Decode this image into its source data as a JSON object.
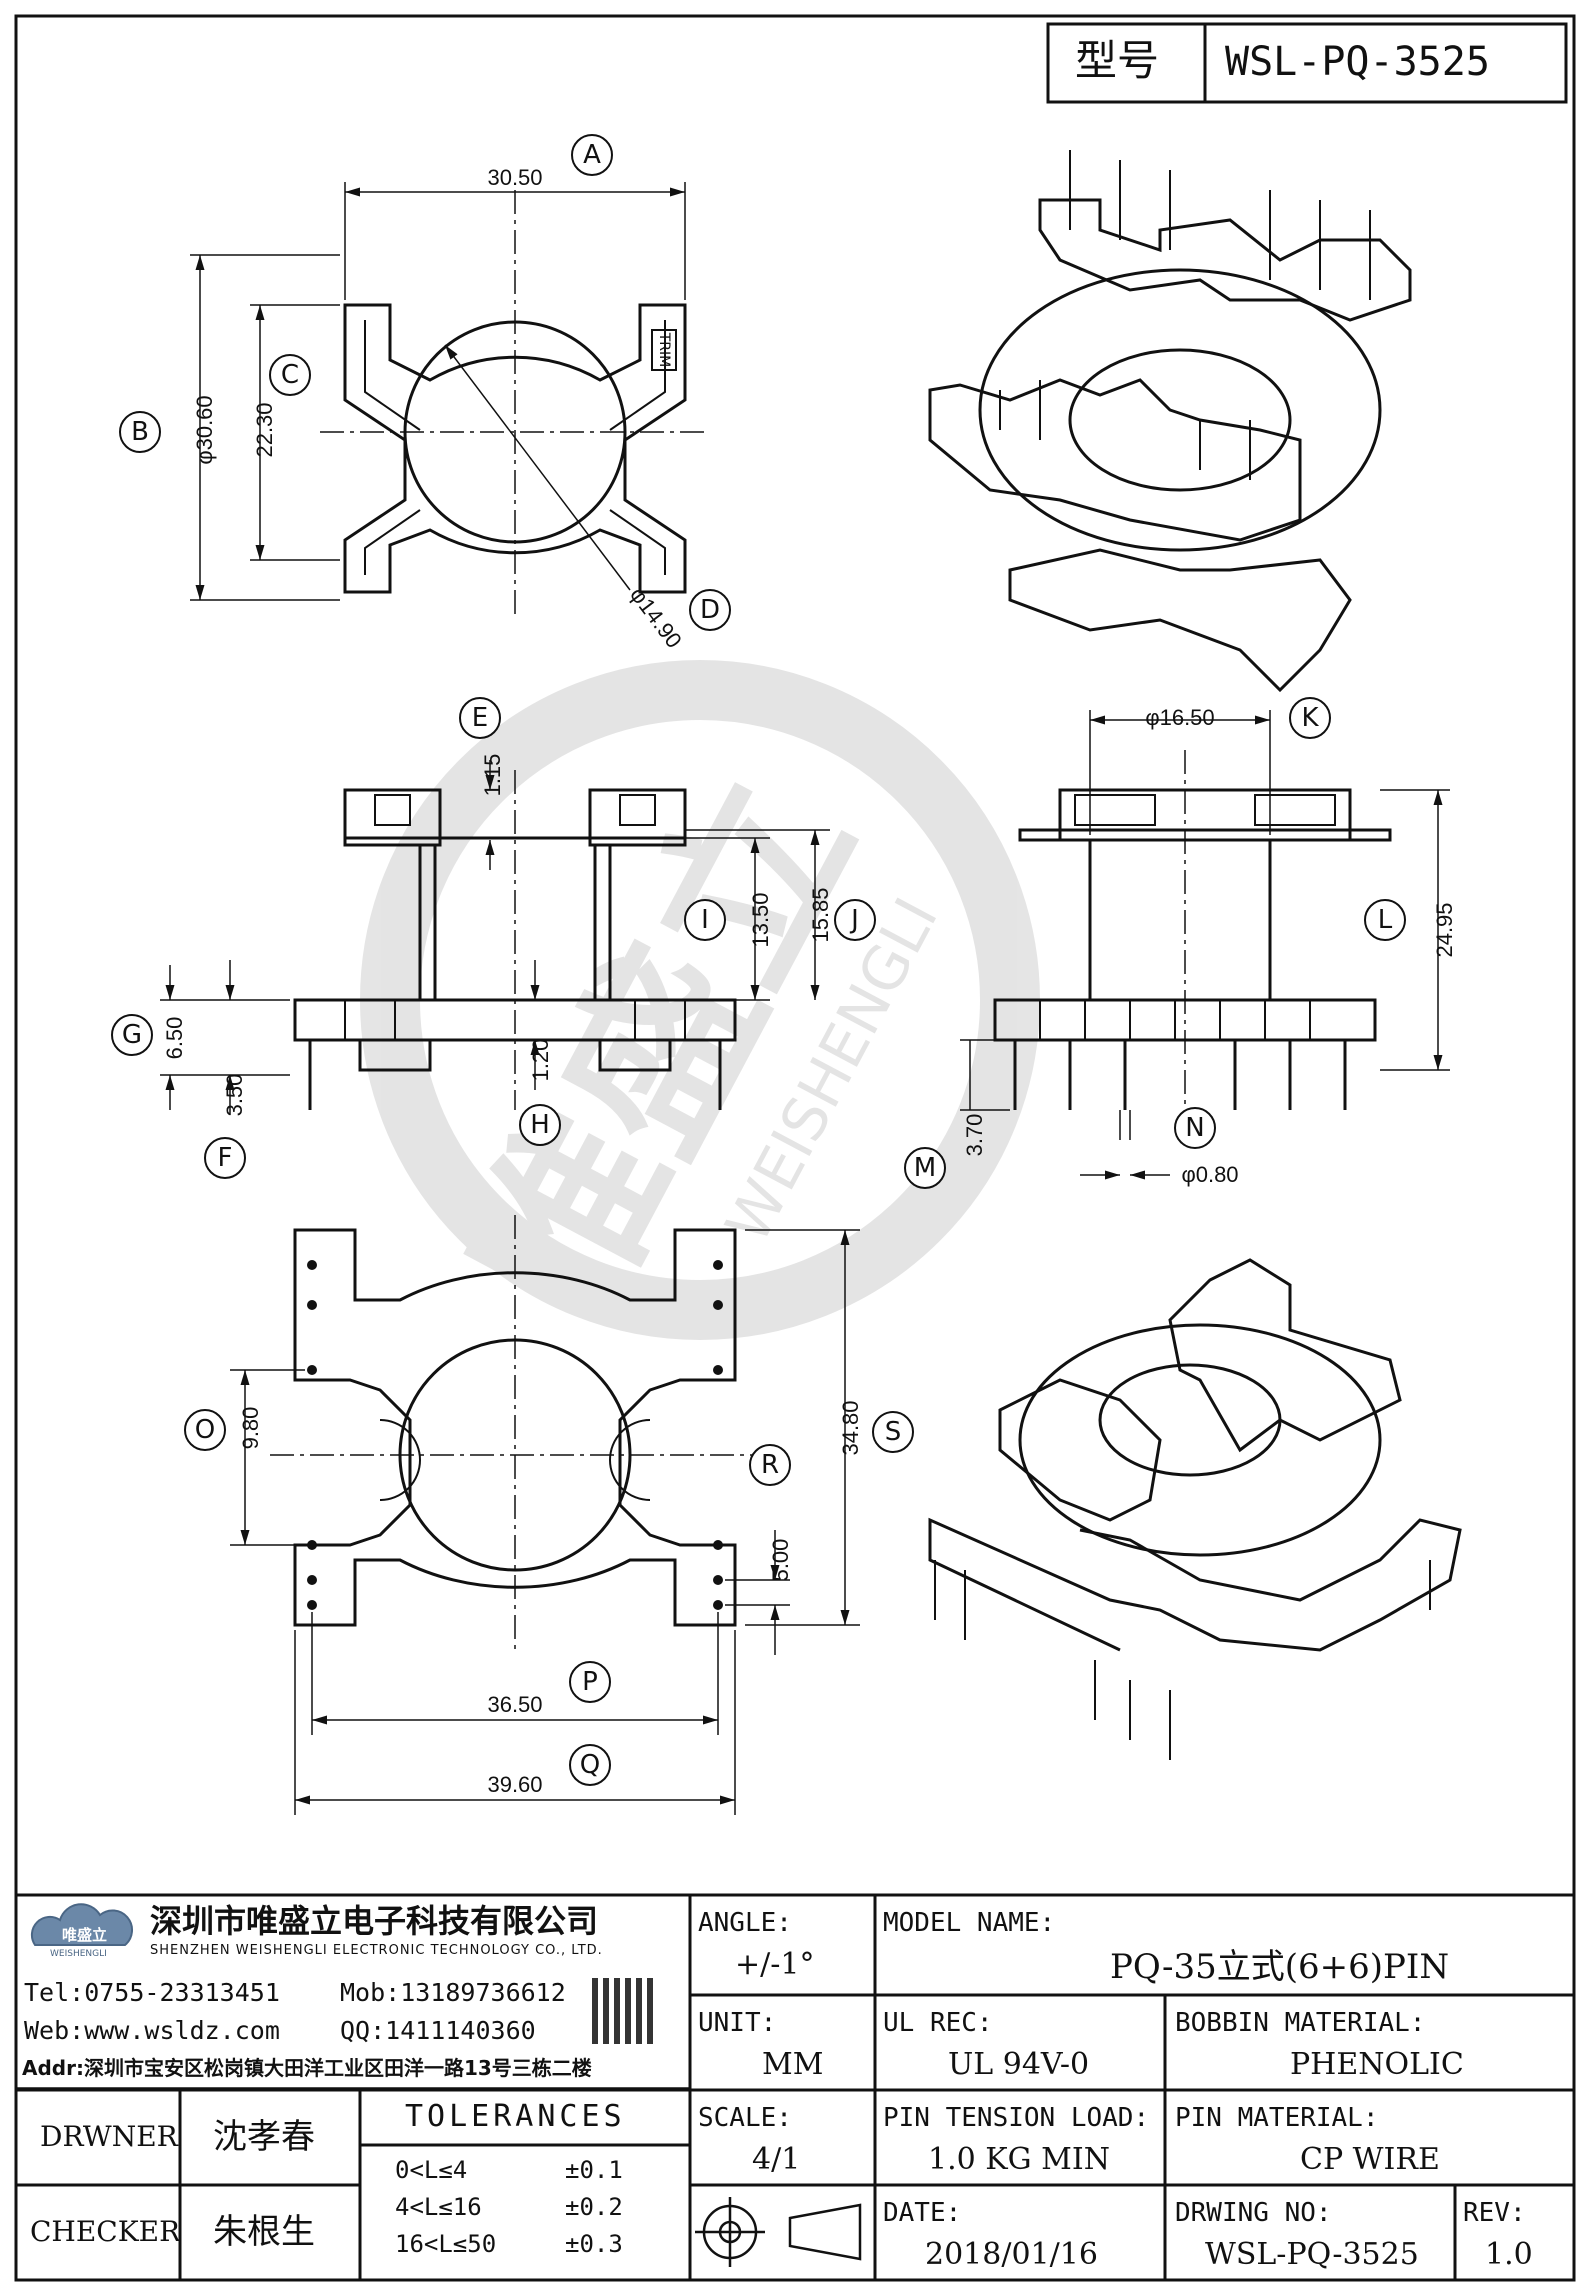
{
  "header": {
    "label": "型号",
    "model": "WSL-PQ-3525"
  },
  "dims": {
    "A": "30.50",
    "B": "φ30.60",
    "C": "22.30",
    "D": "φ14.90",
    "E": "1.15",
    "F": "3.50",
    "G": "6.50",
    "H": "1.20",
    "I": "13.50",
    "J": "15.85",
    "K": "φ16.50",
    "L": "24.95",
    "M": "3.70",
    "N": "φ0.80",
    "O": "9.80",
    "P": "36.50",
    "Q": "39.60",
    "R": "5.00",
    "S": "34.80"
  },
  "callouts": [
    "A",
    "B",
    "C",
    "D",
    "E",
    "F",
    "G",
    "H",
    "I",
    "J",
    "K",
    "L",
    "M",
    "N",
    "O",
    "P",
    "Q",
    "R",
    "S"
  ],
  "marking": "TRIM",
  "watermark": {
    "cn": "唯盛立",
    "en": "WEISHENGLI"
  },
  "company": {
    "logo_cn": "唯盛立",
    "logo_en": "WEISHENGLI",
    "name_cn": "深圳市唯盛立电子科技有限公司",
    "name_en": "SHENZHEN WEISHENGLI ELECTRONIC TECHNOLOGY CO., LTD.",
    "tel": "Tel:0755-23313451",
    "mob": "Mob:13189736612",
    "web": "Web:www.wsldz.com",
    "qq": "QQ:1411140360",
    "addr": "Addr:深圳市宝安区松岗镇大田洋工业区田洋一路13号三栋二楼"
  },
  "title_block": {
    "angle_label": "ANGLE:",
    "angle_value": "+/-1°",
    "model_label": "MODEL NAME:",
    "model_value": "PQ-35立式(6+6)PIN",
    "unit_label": "UNIT:",
    "unit_value": "MM",
    "ul_label": "UL REC:",
    "ul_value": "UL 94V-0",
    "bobbin_label": "BOBBIN MATERIAL:",
    "bobbin_value": "PHENOLIC",
    "scale_label": "SCALE:",
    "scale_value": "4/1",
    "pin_tension_label": "PIN TENSION LOAD:",
    "pin_tension_value": "1.0 KG MIN",
    "pin_material_label": "PIN MATERIAL:",
    "pin_material_value": "CP WIRE",
    "date_label": "DATE:",
    "date_value": "2018/01/16",
    "drawing_no_label": "DRWING NO:",
    "drawing_no_value": "WSL-PQ-3525",
    "rev_label": "REV:",
    "rev_value": "1.0",
    "drawer_label": "DRWNER",
    "drawer_value": "沈孝春",
    "checker_label": "CHECKER",
    "checker_value": "朱根生",
    "tolerances_title": "TOLERANCES",
    "tolerances": [
      {
        "range": "0<L≤4",
        "value": "±0.1"
      },
      {
        "range": "4<L≤16",
        "value": "±0.2"
      },
      {
        "range": "16<L≤50",
        "value": "±0.3"
      }
    ]
  }
}
